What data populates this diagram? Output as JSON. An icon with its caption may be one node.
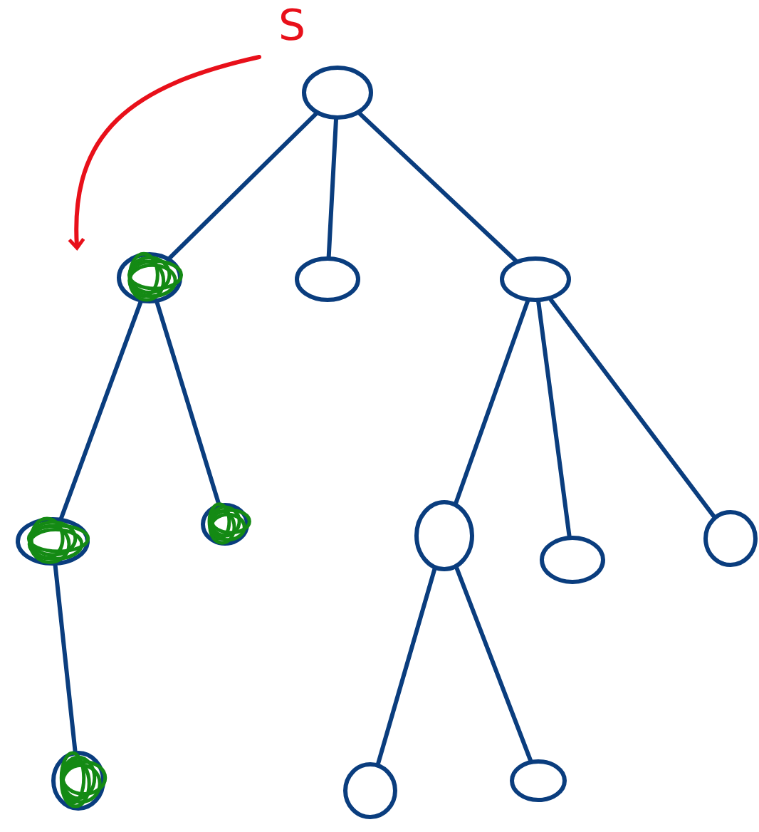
{
  "diagram": {
    "nodes": [
      {
        "text": [],
        "shape": "circle"
      },
      {
        "text": [],
        "shape": "scribble"
      },
      {
        "text": [],
        "shape": "circle"
      },
      {
        "text": [],
        "shape": "circle"
      },
      {
        "text": [],
        "shape": "scribble"
      },
      {
        "text": [],
        "shape": "scribble"
      },
      {
        "text": [],
        "shape": "circle"
      },
      {
        "text": [],
        "shape": "circle"
      },
      {
        "text": [],
        "shape": "circle"
      },
      {
        "text": [],
        "shape": "scribble"
      },
      {
        "text": [],
        "shape": "circle"
      },
      {
        "text": [],
        "shape": "circle"
      },
      {
        "text": [
          "S"
        ]
      }
    ],
    "edges": [
      {
        "from": 0,
        "to": 1,
        "arrow": "none"
      },
      {
        "from": 0,
        "to": 2,
        "arrow": "none"
      },
      {
        "from": 0,
        "to": 3,
        "arrow": "none"
      },
      {
        "from": 1,
        "to": 4,
        "arrow": "none"
      },
      {
        "from": 1,
        "to": 5,
        "arrow": "none"
      },
      {
        "from": 3,
        "to": 6,
        "arrow": "none"
      },
      {
        "from": 3,
        "to": 7,
        "arrow": "none"
      },
      {
        "from": 3,
        "to": 8,
        "arrow": "none"
      },
      {
        "from": 4,
        "to": 9,
        "arrow": "none"
      },
      {
        "from": 6,
        "to": 10,
        "arrow": "none"
      },
      {
        "from": 6,
        "to": 11,
        "arrow": "none"
      },
      {
        "from": 12,
        "to": 1,
        "arrow": "to",
        "color": "#e8101a"
      }
    ]
  }
}
